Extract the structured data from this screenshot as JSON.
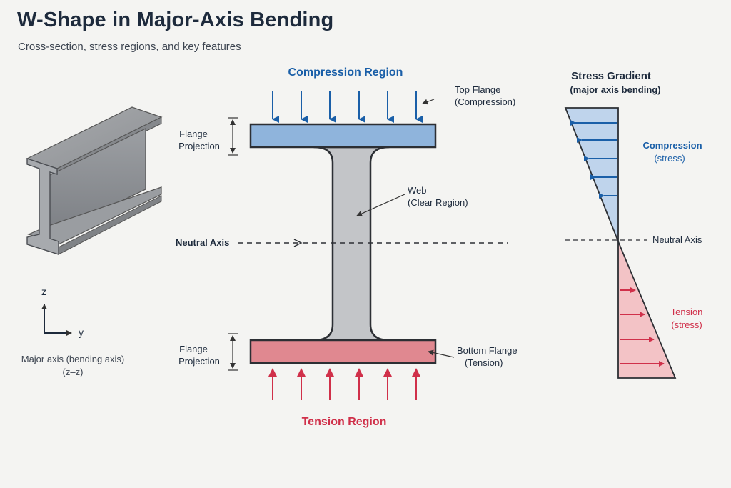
{
  "header": {
    "title": "W-Shape in Major-Axis Bending",
    "subtitle": "Cross-section, stress regions, and key features"
  },
  "section": {
    "compression_region": "Compression Region",
    "tension_region": "Tension Region",
    "top_flange": {
      "line1": "Top Flange",
      "line2": "(Compression)"
    },
    "bottom_flange": {
      "line1": "Bottom Flange",
      "line2": "(Tension)"
    },
    "web": {
      "line1": "Web",
      "line2": "(Clear Region)"
    },
    "flange_projection_top": {
      "line1": "Flange",
      "line2": "Projection"
    },
    "flange_projection_bottom": {
      "line1": "Flange",
      "line2": "Projection"
    },
    "neutral_axis": "Neutral Axis"
  },
  "axes": {
    "z_label": "z",
    "y_label": "y",
    "caption_line1": "Major axis (bending axis)",
    "caption_line2": "(z–z)"
  },
  "gradient": {
    "title": "Stress Gradient",
    "subtitle": "(major axis bending)",
    "compression": {
      "line1": "Compression",
      "line2": "(stress)"
    },
    "tension": {
      "line1": "Tension",
      "line2": "(stress)"
    },
    "neutral_axis": "Neutral Axis"
  },
  "colors": {
    "compression": "#1a5fa8",
    "tension": "#d0304a",
    "compression_fill": "#8fb4dc",
    "tension_fill": "#e08890",
    "web_fill": "#c3c5c8",
    "text_dark": "#1d2a3c"
  }
}
